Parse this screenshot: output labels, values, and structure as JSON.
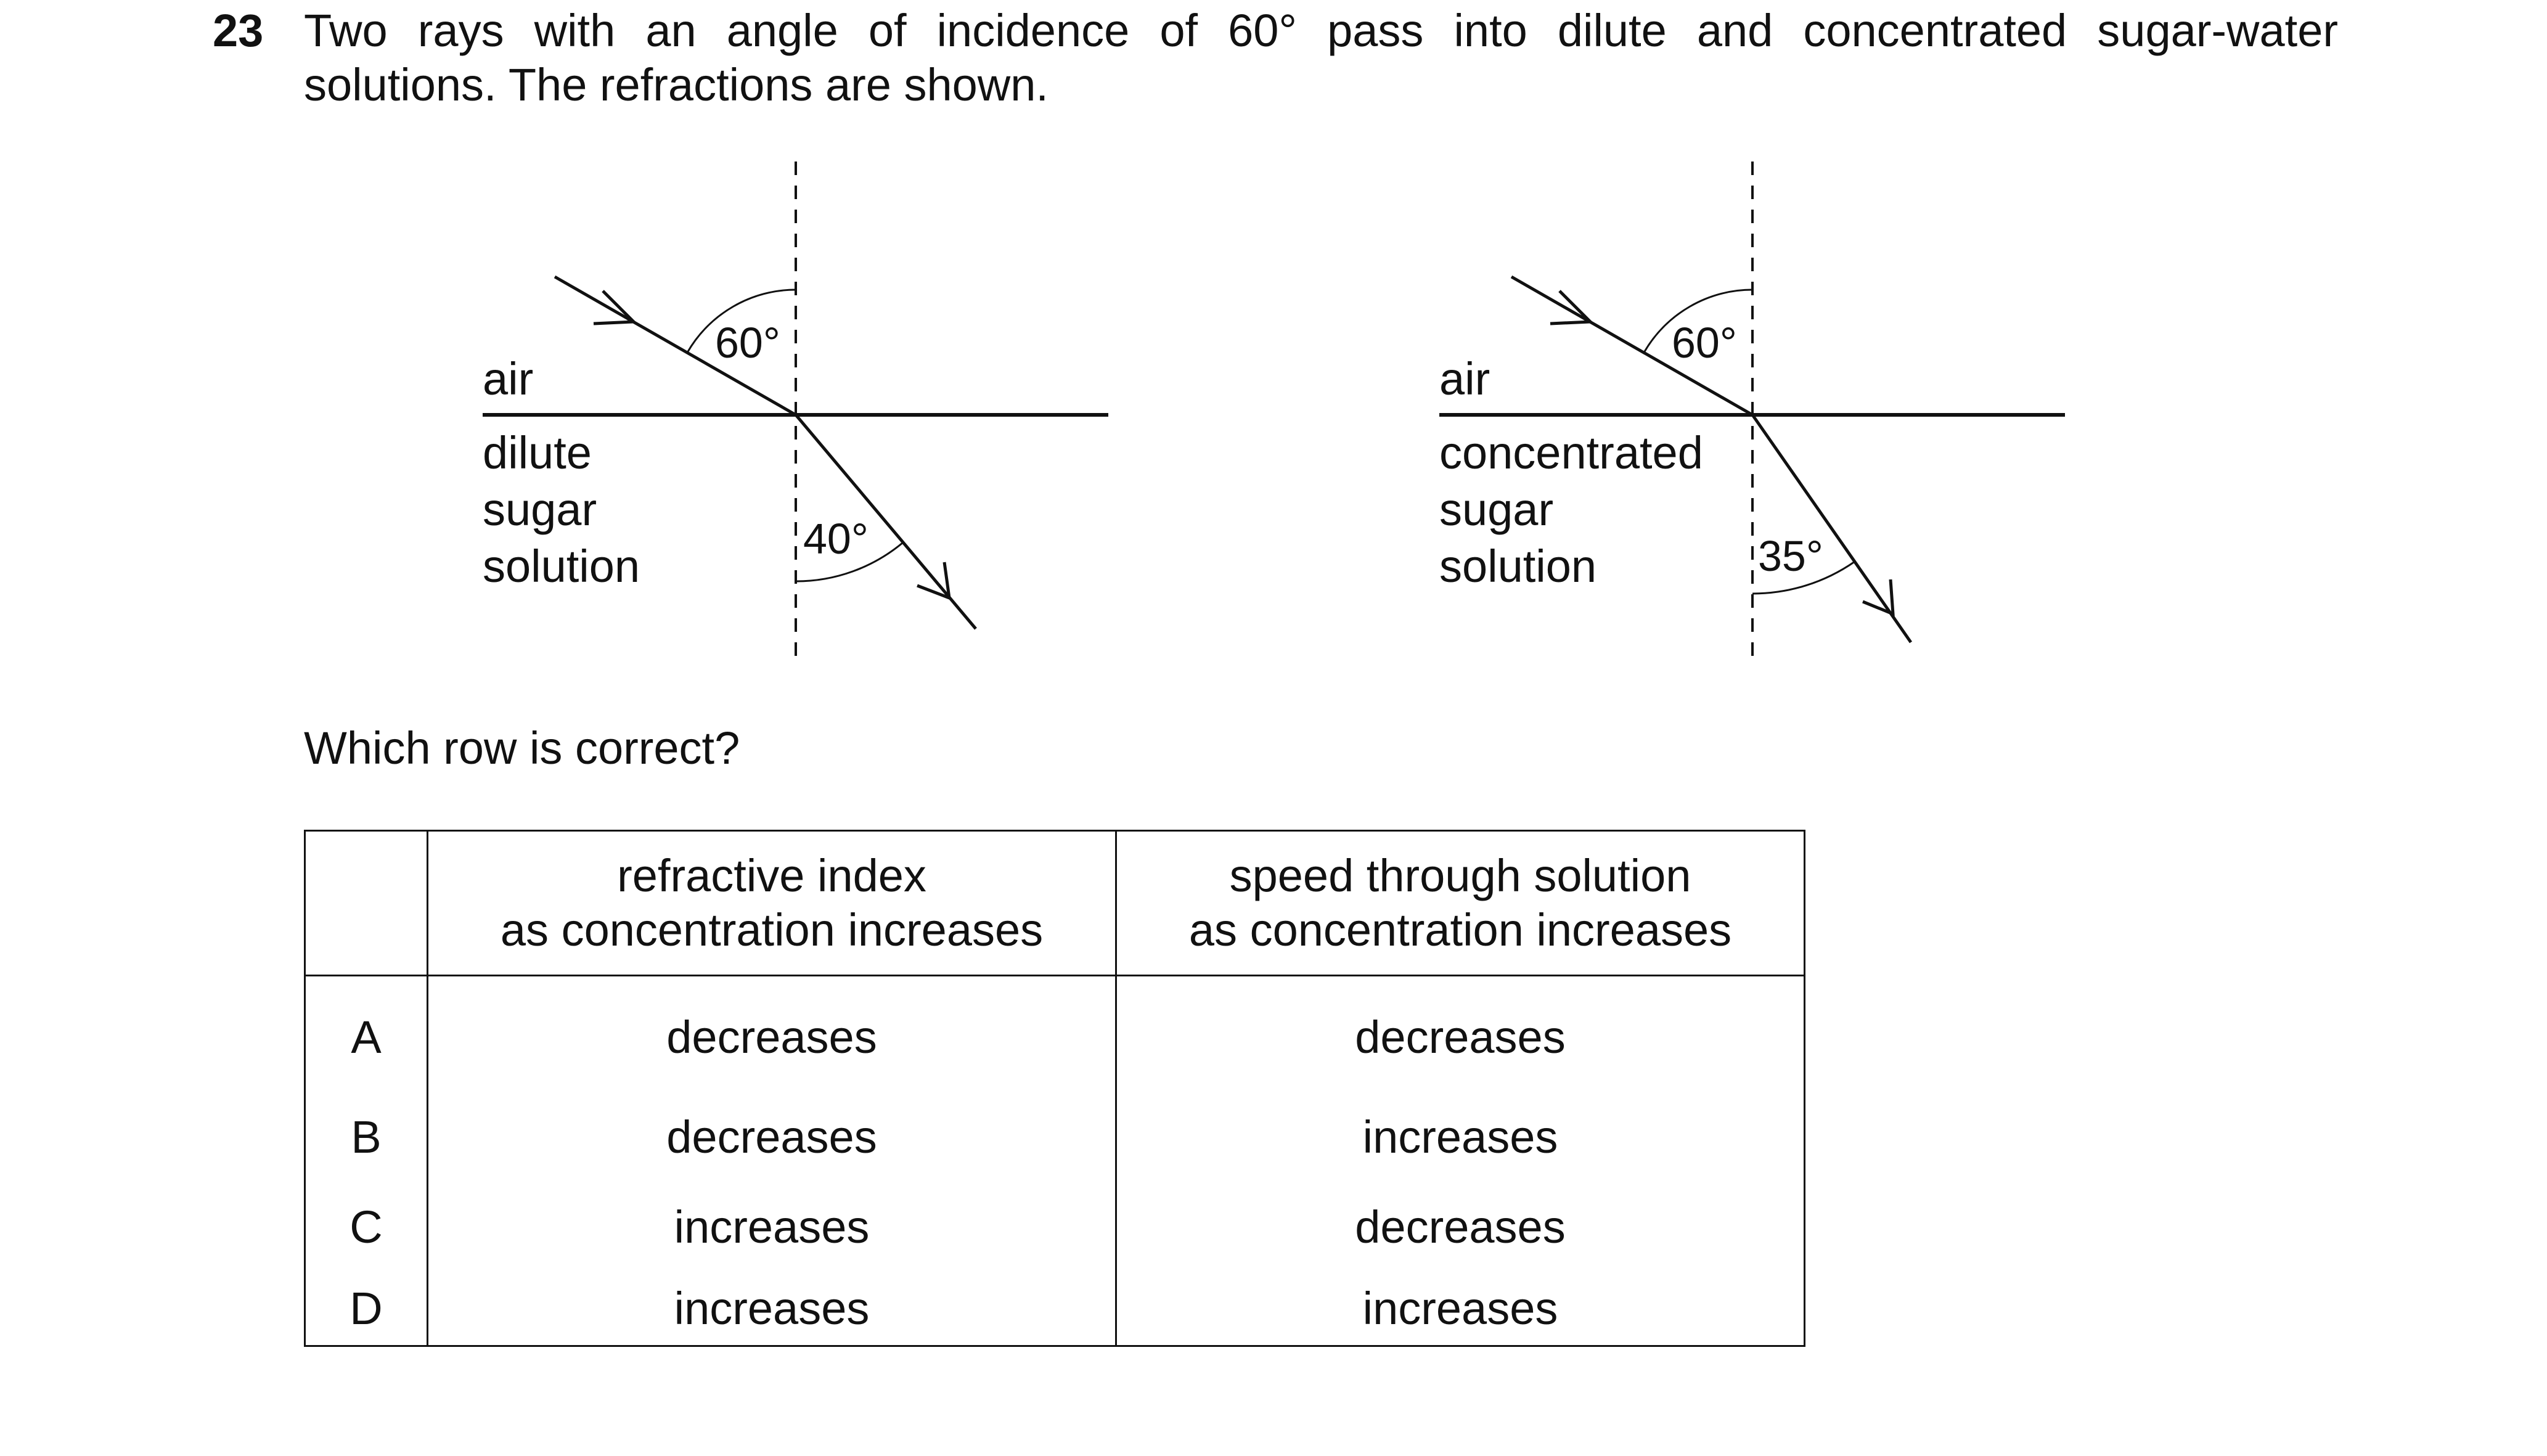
{
  "question": {
    "number": "23",
    "line1": "Two rays with an angle of incidence of 60° pass into dilute and concentrated sugar-water",
    "line2": "solutions. The refractions are shown."
  },
  "diagrams": [
    {
      "upper_label": "air",
      "lower_label": [
        "dilute",
        "sugar",
        "solution"
      ],
      "incidence_angle_label": "60°",
      "refraction_angle_label": "40°"
    },
    {
      "upper_label": "air",
      "lower_label": [
        "concentrated",
        "sugar",
        "solution"
      ],
      "incidence_angle_label": "60°",
      "refraction_angle_label": "35°"
    }
  ],
  "prompt": "Which row is correct?",
  "table": {
    "headers": [
      "",
      [
        "refractive index",
        "as concentration increases"
      ],
      [
        "speed through solution",
        "as concentration increases"
      ]
    ],
    "rows": [
      {
        "letter": "A",
        "refractive_index": "decreases",
        "speed": "decreases"
      },
      {
        "letter": "B",
        "refractive_index": "decreases",
        "speed": "increases"
      },
      {
        "letter": "C",
        "refractive_index": "increases",
        "speed": "decreases"
      },
      {
        "letter": "D",
        "refractive_index": "increases",
        "speed": "increases"
      }
    ]
  }
}
